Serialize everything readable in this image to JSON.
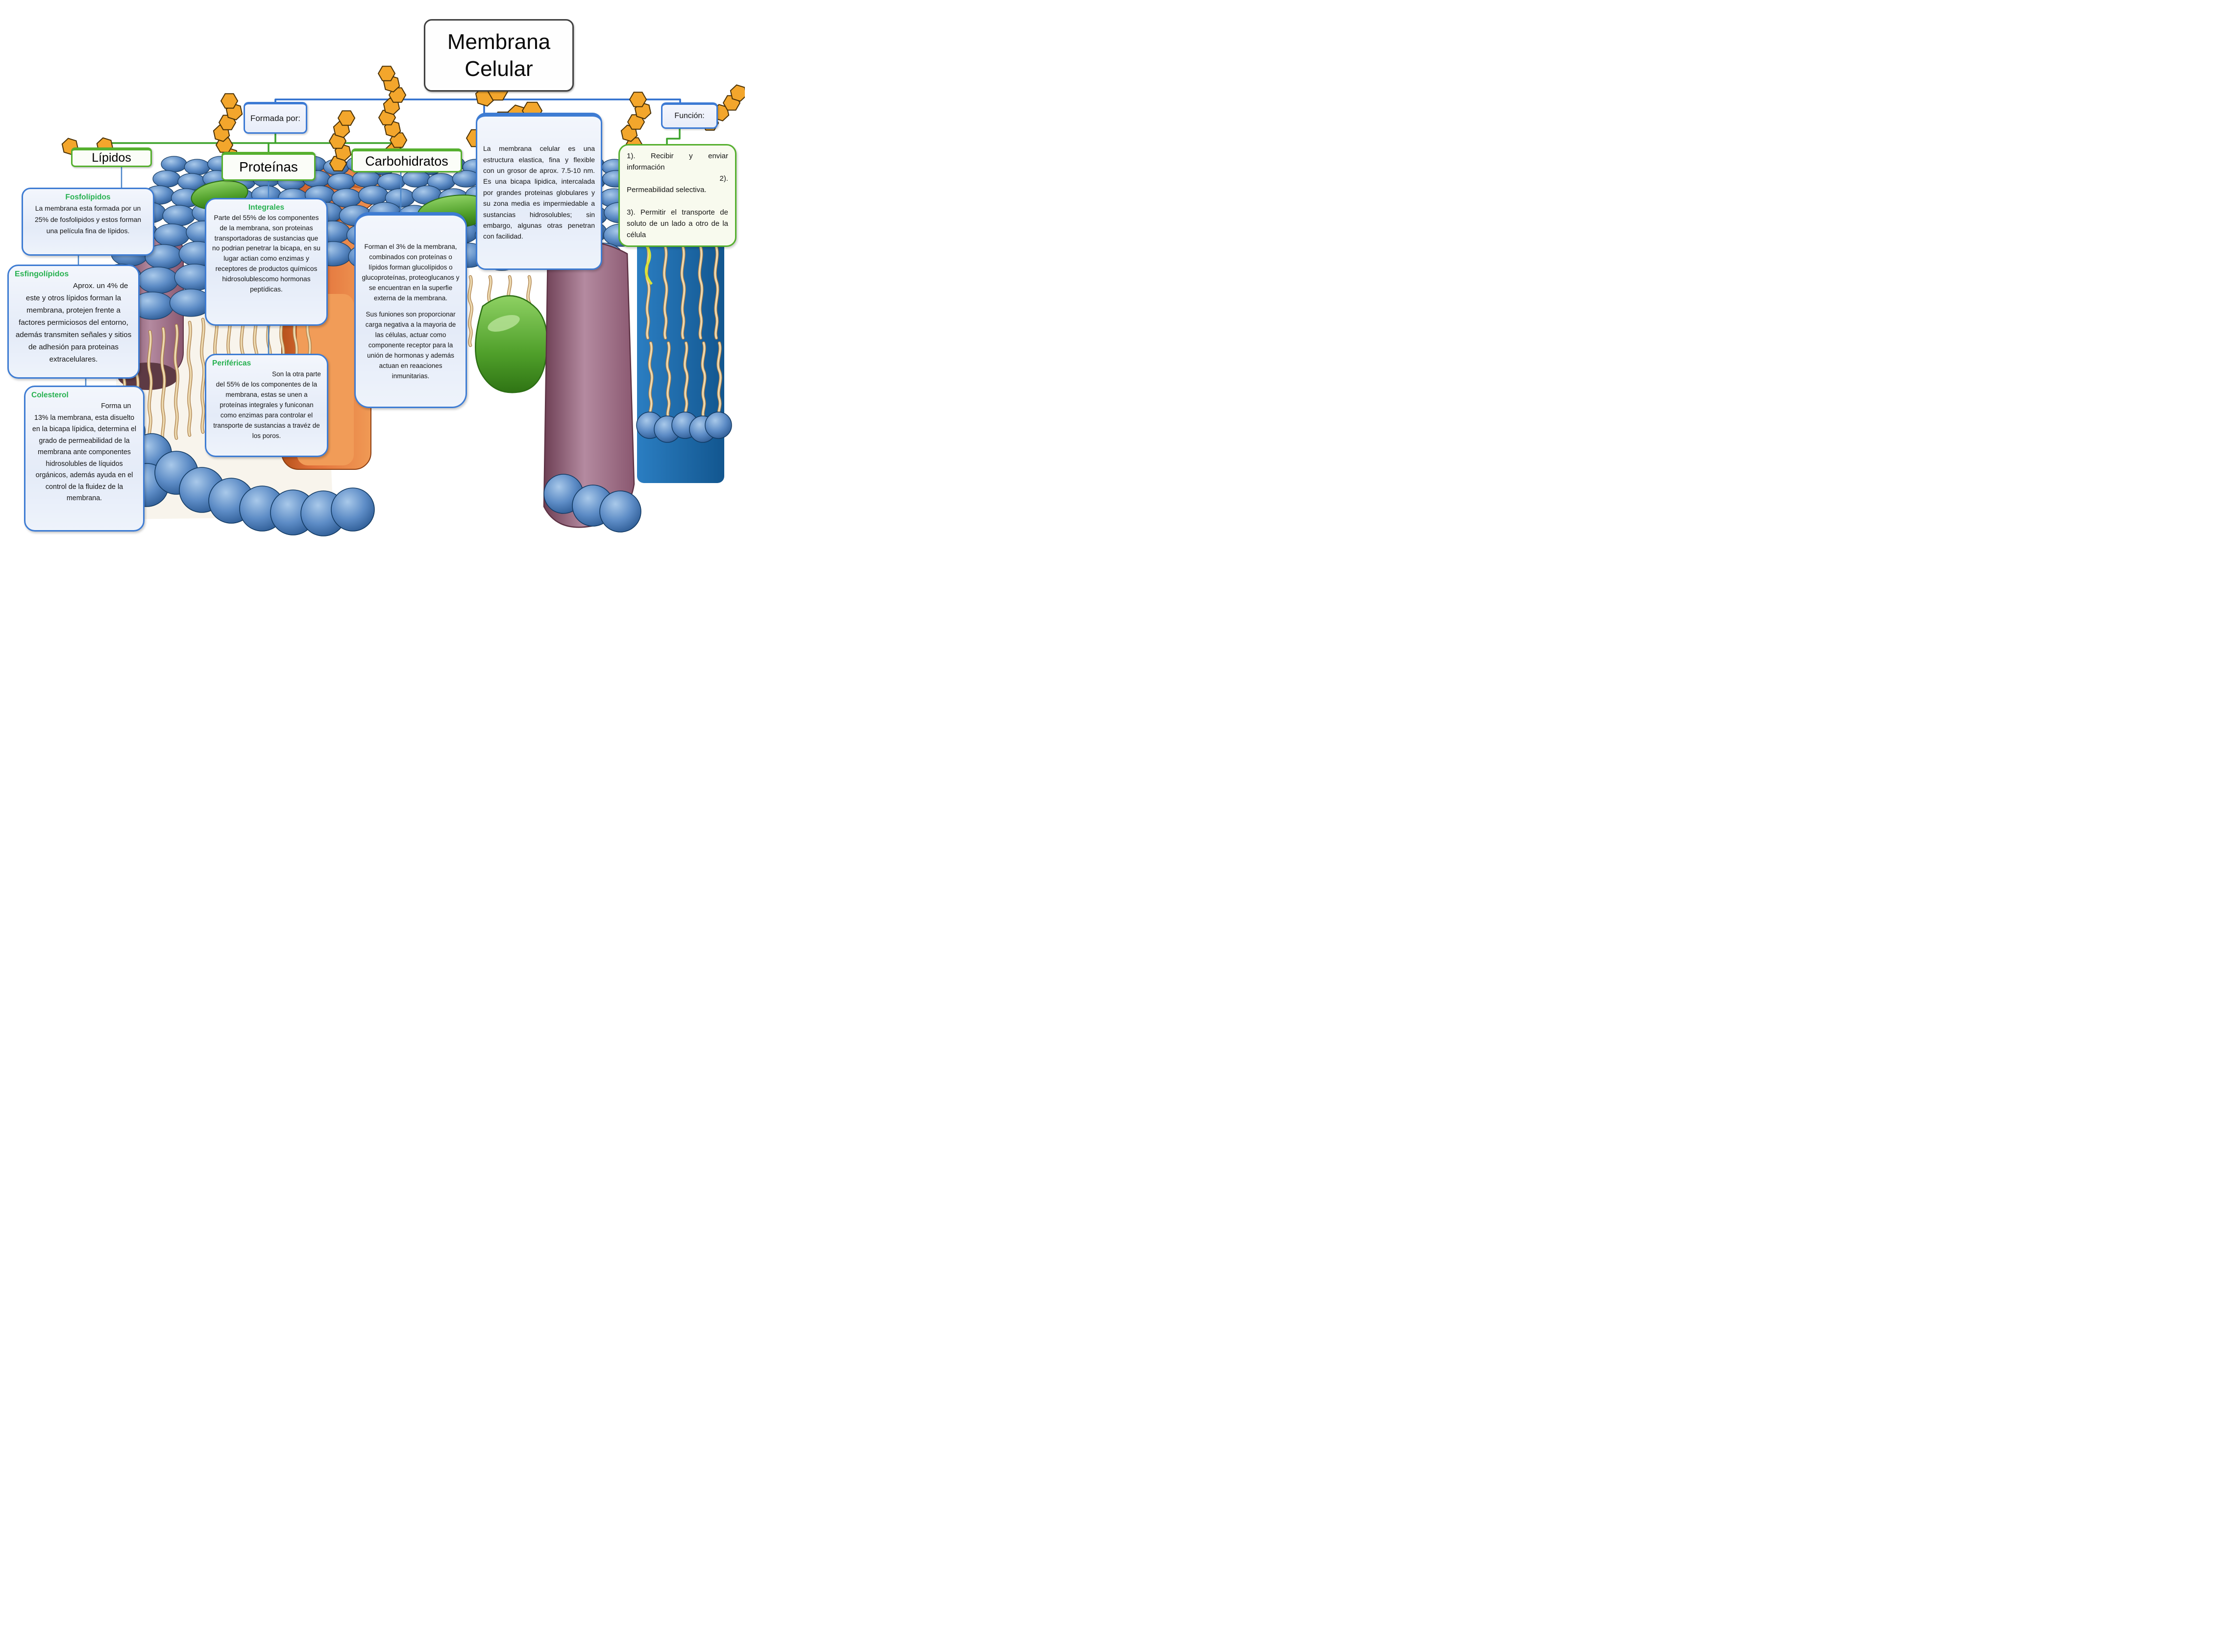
{
  "title": "Membrana Celular",
  "connector_labels": {
    "formada_por": "Formada por:",
    "funcion": "Función:"
  },
  "branches": {
    "lipidos": "Lípidos",
    "proteinas": "Proteínas",
    "carbohidratos": "Carbohidratos"
  },
  "boxes": {
    "fosfolipidos": {
      "heading": "Fosfolípidos",
      "body": "La membrana esta formada por un 25% de fosfolipidos y estos forman una película fina de lípidos."
    },
    "esfingolipidos": {
      "heading": "Esfingolípidos",
      "body": "Aprox. un 4% de este y otros lípidos forman la membrana, protejen frente a factores permiciosos del entorno, además transmiten señales y sitios de adhesión para proteinas extracelulares."
    },
    "colesterol": {
      "heading": "Colesterol",
      "body": "Forma un 13% la membrana, esta disuelto en la bicapa lípidica, determina el grado de permeabilidad de la membrana ante componentes hidrosolubles de líquidos orgánicos, además ayuda en el control de la fluidez de la membrana."
    },
    "integrales": {
      "heading": "Integrales",
      "body": "Parte del 55% de los componentes de la membrana, son proteinas transportadoras de sustancias que no podrian penetrar la bicapa, en su lugar actian como enzimas y receptores de productos químicos hidrosolublescomo hormonas peptídicas."
    },
    "perifericas": {
      "heading": "Periféricas",
      "body": "Son la otra parte del 55% de los componentes de la membrana, estas se unen a proteínas integrales y funiconan como enzimas para controlar el transporte de sustancias a travéz de los poros."
    },
    "carbohidratos_desc": {
      "p1": "Forman el 3% de la membrana, combinados con proteínas o lípidos forman glucolípidos o glucoproteínas, proteoglucanos y se encuentran en la superfie externa de la membrana.",
      "p2": "Sus funiones son proporcionar carga negativa a la mayoria de las células, actuar como componente receptor para la unión de hormonas y además actuan en reaaciones inmunitarias."
    },
    "membrana_desc": {
      "body": "La membrana celular es una estructura elastica, fina y flexible con un grosor de aprox. 7.5-10 nm. Es una bicapa lipidica, intercalada por grandes proteinas globulares y su zona media es impermiedable a sustancias hidrosolubles; sin embargo, algunas otras penetran con facilidad."
    },
    "funcion_list": {
      "item1_parts": [
        "1).",
        "Recibir",
        "y",
        "enviar"
      ],
      "item1_rest": "información",
      "item2_num": "2).",
      "item2": "Permeabilidad selectiva.",
      "item3": "3). Permitir el transporte de soluto de un lado a otro de la célula"
    }
  },
  "colors": {
    "box_border_blue": "#3e7cd3",
    "box_border_green": "#56b02f",
    "heading_green": "#27b150",
    "connector_blue": "#2e6fce",
    "connector_green": "#3da32b",
    "glycan_orange": "#f3a62c",
    "lipid_head_blue": "#4a7fc1",
    "protein_orange": "#e2703a",
    "protein_green": "#57a931",
    "protein_mauve": "#a8718a",
    "panel_blue": "#1f6cb2",
    "tail_tan": "#ecd8ae"
  }
}
